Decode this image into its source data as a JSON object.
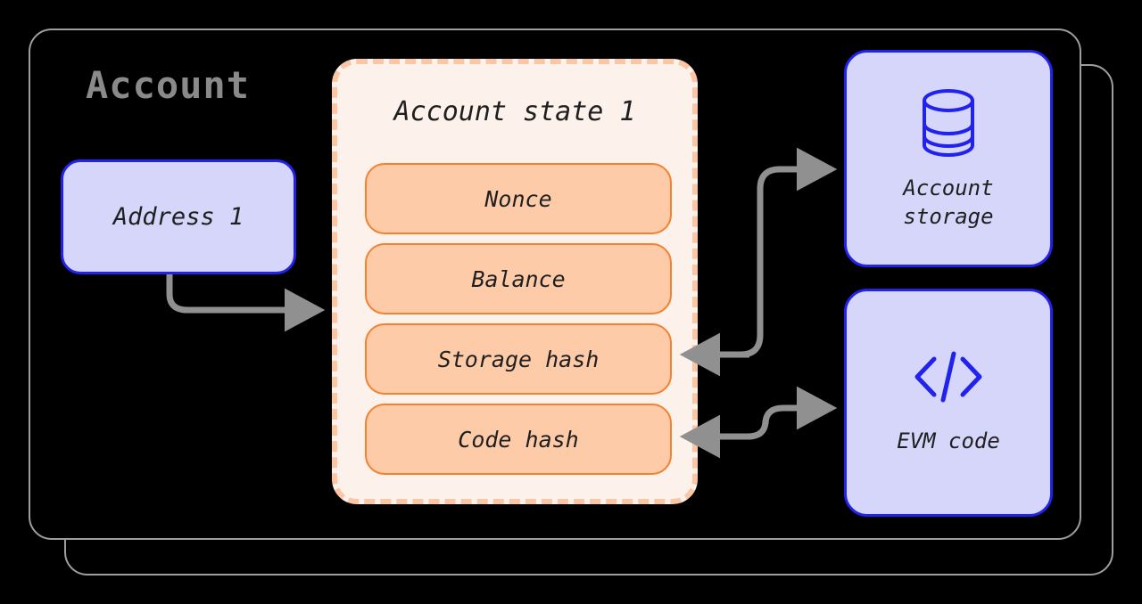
{
  "diagram": {
    "title": "Account",
    "title_color": "#8a8a8a",
    "background": "#000000",
    "outer_card_border": "#9e9e9e",
    "blue_fill": "#d6d6fb",
    "blue_border": "#2222ee",
    "orange_pill_fill": "#fdcba8",
    "orange_pill_border": "#f4812f",
    "state_card_fill": "#fdf1ec",
    "state_card_border": "#fbc6a4",
    "arrow_color": "#909090"
  },
  "address": {
    "label": "Address 1"
  },
  "account_state": {
    "title": "Account state 1",
    "fields": [
      {
        "label": "Nonce"
      },
      {
        "label": "Balance"
      },
      {
        "label": "Storage hash"
      },
      {
        "label": "Code hash"
      }
    ]
  },
  "external": [
    {
      "id": "account-storage",
      "icon": "database-icon",
      "label_line_1": "Account",
      "label_line_2": "storage"
    },
    {
      "id": "evm-code",
      "icon": "code-brackets-icon",
      "label_line_1": "EVM code",
      "label_line_2": ""
    }
  ],
  "connections": [
    {
      "from": "Address 1",
      "to": "Account state 1",
      "direction": "right"
    },
    {
      "from": "Account state 1",
      "to": "Account storage",
      "direction": "right"
    },
    {
      "from": "Account storage",
      "to": "Storage hash",
      "direction": "left"
    },
    {
      "from": "Code hash",
      "to": "EVM code",
      "direction": "right"
    },
    {
      "from": "EVM code",
      "to": "Code hash",
      "direction": "left"
    }
  ]
}
